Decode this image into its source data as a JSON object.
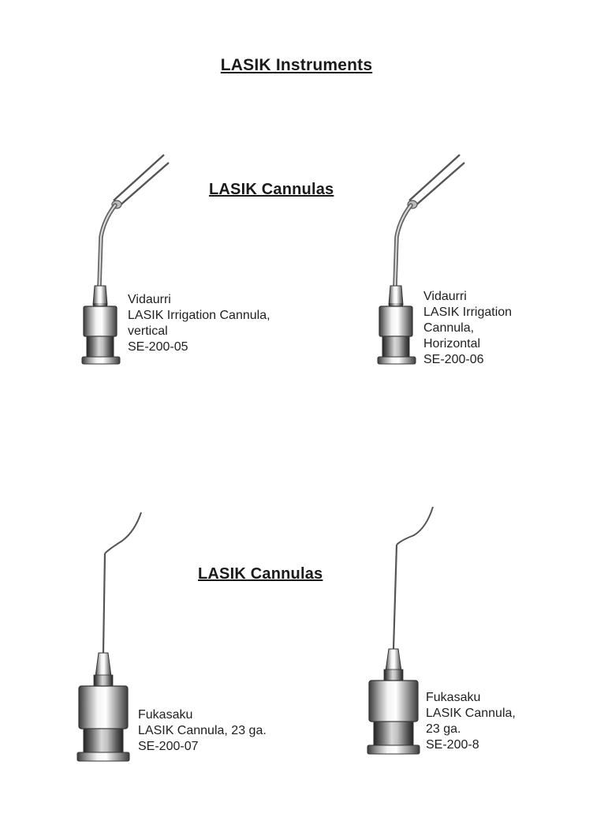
{
  "page_title": "LASIK Instruments",
  "sections": [
    {
      "title": "LASIK Cannulas",
      "items": [
        {
          "lines": [
            "Vidaurri",
            "LASIK Irrigation Cannula,",
            "vertical",
            "SE-200-05"
          ]
        },
        {
          "lines": [
            "Vidaurri",
            "LASIK Irrigation",
            "Cannula,",
            "Horizontal",
            "SE-200-06"
          ]
        }
      ]
    },
    {
      "title": "LASIK Cannulas",
      "items": [
        {
          "lines": [
            "Fukasaku",
            "LASIK Cannula, 23 ga.",
            "SE-200-07"
          ]
        },
        {
          "lines": [
            "Fukasaku",
            "LASIK Cannula,",
            "23 ga.",
            "SE-200-8"
          ]
        }
      ]
    }
  ]
}
